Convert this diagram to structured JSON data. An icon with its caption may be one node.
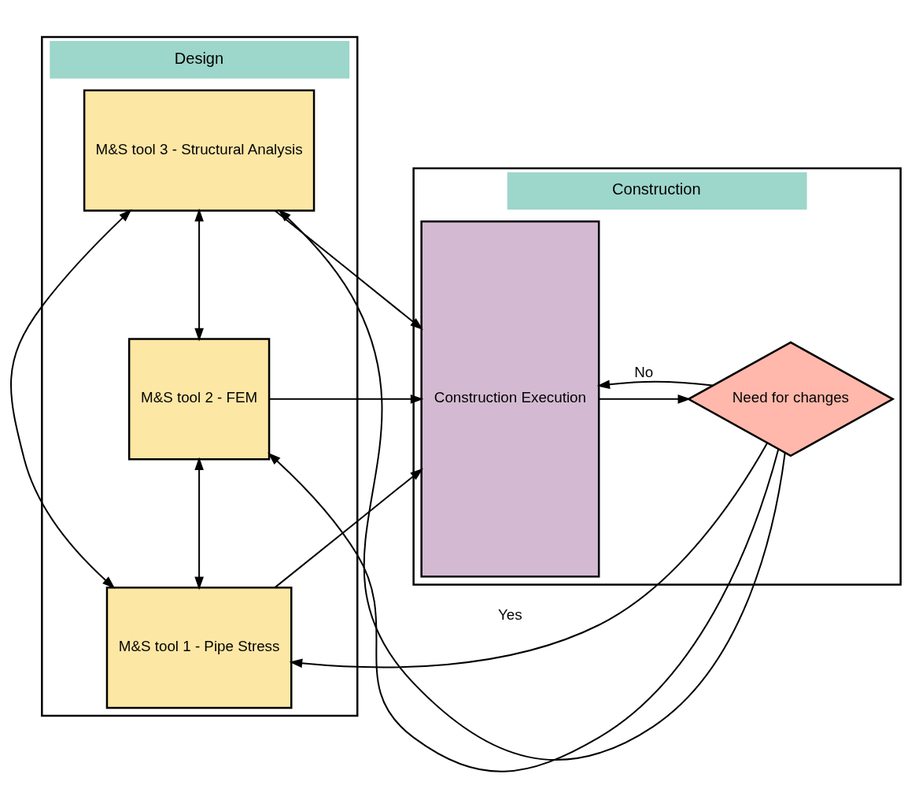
{
  "diagram": {
    "nodes": [
      {
        "text": [
          "Design"
        ]
      },
      {
        "text": [
          "M&S tool 1 - Pipe Stress"
        ],
        "in": 0
      },
      {
        "text": [
          "M&S tool 2 - FEM"
        ],
        "in": 0
      },
      {
        "text": [
          "M&S tool 3 - Structural Analysis"
        ],
        "in": 0
      },
      {
        "text": [
          "Construction"
        ]
      },
      {
        "text": [
          "Construction Execution"
        ],
        "in": 4
      },
      {
        "text": [
          "Need for changes"
        ],
        "in": 4
      }
    ],
    "edges": [
      {
        "from": 1,
        "to": 5,
        "arrow": "to"
      },
      {
        "from": 2,
        "to": 5,
        "arrow": "to"
      },
      {
        "from": 3,
        "to": 5,
        "arrow": "to"
      },
      {
        "from": 1,
        "to": 2,
        "arrow": "both"
      },
      {
        "from": 2,
        "to": 3,
        "arrow": "both"
      },
      {
        "from": 1,
        "to": 3,
        "arrow": "both"
      },
      {
        "from": 5,
        "to": 6,
        "arrow": "to"
      },
      {
        "from": 6,
        "to": 1,
        "arrow": "to",
        "label": "Yes"
      },
      {
        "from": 6,
        "to": 2,
        "arrow": "to"
      },
      {
        "from": 6,
        "to": 3,
        "arrow": "to"
      },
      {
        "from": 6,
        "to": 5,
        "arrow": "to",
        "label": "No"
      }
    ]
  }
}
